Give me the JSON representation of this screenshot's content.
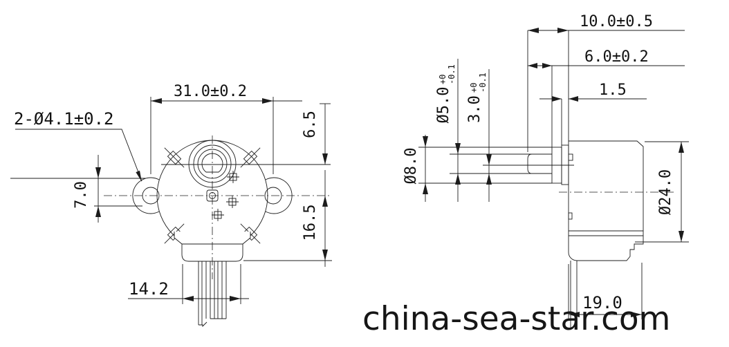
{
  "drawing": {
    "type": "stepper-gear-motor two-view dimension drawing",
    "line_color": "#1c1c1c",
    "background": "#ffffff"
  },
  "front": {
    "pitch": "31.0±0.2",
    "holes_label": "2-Ø4.1±0.2",
    "ear_height": "7.0",
    "shaft_offset": "6.5",
    "lower_height": "16.5",
    "connector_width": "14.2"
  },
  "side": {
    "shaft_total_length": "10.0±0.5",
    "shaft_flat_length": "6.0±0.2",
    "plate_thickness": "1.5",
    "shaft_dia": {
      "v": "Ø5.0",
      "tp": "+0",
      "tm": "-0.1"
    },
    "flat_height": {
      "v": "3.0",
      "tp": "+0",
      "tm": "-0.1"
    },
    "boss_dia": "Ø8.0",
    "body_dia": "Ø24.0",
    "body_width": "19.0"
  },
  "watermark": "china-sea-star.com"
}
